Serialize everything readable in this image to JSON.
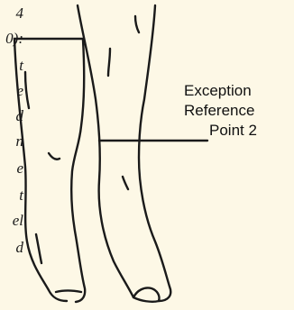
{
  "left_text_fragments": [
    "4",
    "0):",
    "t",
    "e",
    "d",
    "n",
    "e",
    "t",
    "el",
    "d"
  ],
  "callout": {
    "line1": "Exception",
    "line2": "Reference",
    "line3": "Point 2"
  },
  "colors": {
    "background": "#fdf8e6",
    "ink": "#1a1a1a"
  }
}
